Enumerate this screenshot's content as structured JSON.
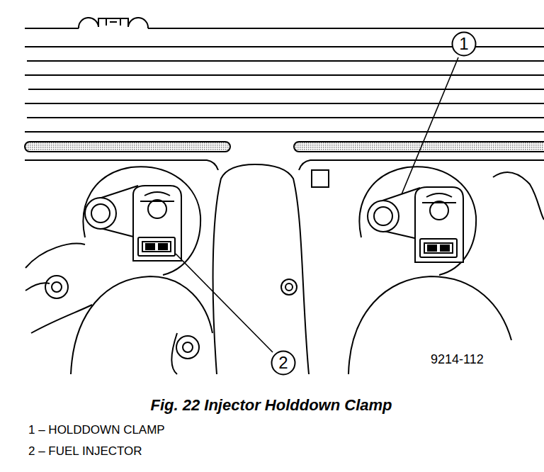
{
  "diagram": {
    "caption": "Fig. 22 Injector Holddown Clamp",
    "nodes": [
      {
        "text": [
          "1"
        ]
      },
      {
        "text": [
          "2"
        ]
      }
    ],
    "labels": [
      "9214-112",
      "1 – HOLDDOWN CLAMP",
      "2 – FUEL INJECTOR"
    ]
  }
}
